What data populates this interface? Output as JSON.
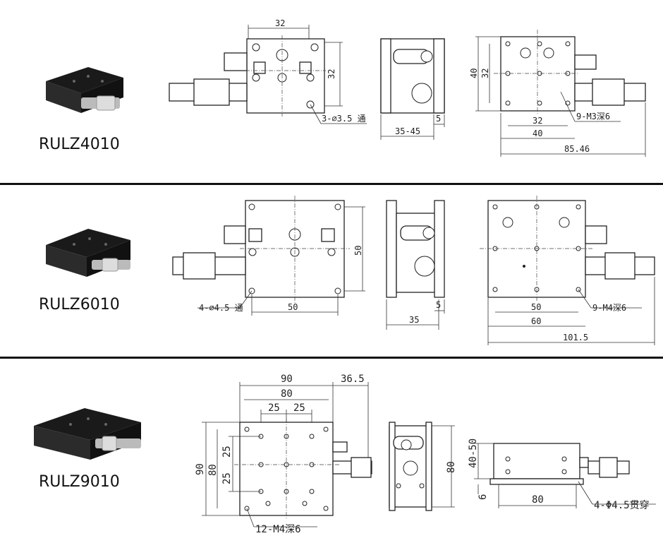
{
  "models": [
    {
      "name": "RULZ4010",
      "front": {
        "top_width": "32",
        "right_height": "32",
        "hole_note": "3-⌀3.5 通"
      },
      "side": {
        "bottom": "35-45",
        "small": "5"
      },
      "top": {
        "left_outer": "40",
        "left_inner": "32",
        "bottom_inner": "32",
        "bottom_mid": "40",
        "bottom_total": "85.46",
        "hole_note": "9-M3深6"
      }
    },
    {
      "name": "RULZ6010",
      "front": {
        "right_height": "50",
        "bottom_width": "50",
        "hole_note": "4-⌀4.5 通"
      },
      "side": {
        "bottom": "35",
        "small": "5"
      },
      "top": {
        "bottom_inner": "50",
        "bottom_mid": "60",
        "bottom_total": "101.5",
        "hole_note": "9-M4深6"
      }
    },
    {
      "name": "RULZ9010",
      "top": {
        "w90": "90",
        "w80": "80",
        "w25a": "25",
        "w25b": "25",
        "w365": "36.5",
        "h90": "90",
        "h80": "80",
        "h25a": "25",
        "h25b": "25",
        "hole_note": "12-M4深6"
      },
      "side": {
        "h80": "80"
      },
      "front": {
        "h4050": "40-50",
        "h6": "6",
        "w80": "80",
        "hole_note": "4-Φ4.5贯穿"
      }
    }
  ]
}
